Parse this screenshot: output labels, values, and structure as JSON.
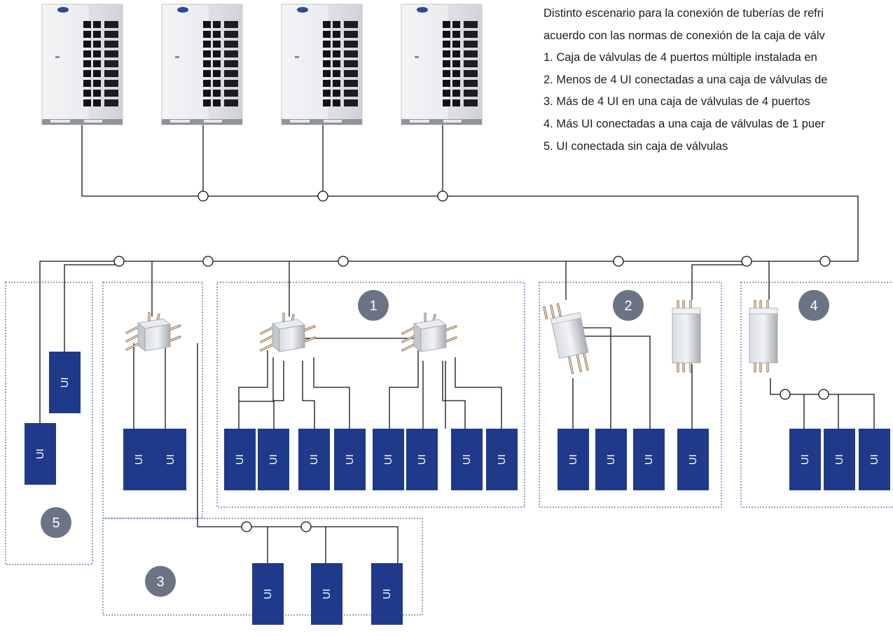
{
  "description": {
    "intro_line1": "Distinto escenario para la conexión de tuberías de refri",
    "intro_line2": "acuerdo con las normas de conexión de la caja de válv",
    "items": [
      "1. Caja de válvulas de 4 puertos múltiple instalada en",
      "2. Menos de 4 UI conectadas a una caja de válvulas de",
      "3. Más de 4 UI en una caja de válvulas de 4 puertos",
      "4. Más UI conectadas a una caja de válvulas de 1 puer",
      "5. UI conectada sin caja de válvulas"
    ]
  },
  "unit_label": "UI",
  "badges": [
    "1",
    "2",
    "3",
    "4",
    "5"
  ],
  "colors": {
    "indoor_unit": "#1f3a8a",
    "badge": "#6b7485",
    "line": "#111111",
    "group_border": "#4a6fb0"
  },
  "outdoor_units": 4,
  "icons": [
    "outdoor-unit-icon",
    "valve-box-4-port-icon",
    "valve-box-1-port-icon",
    "joint-icon"
  ]
}
